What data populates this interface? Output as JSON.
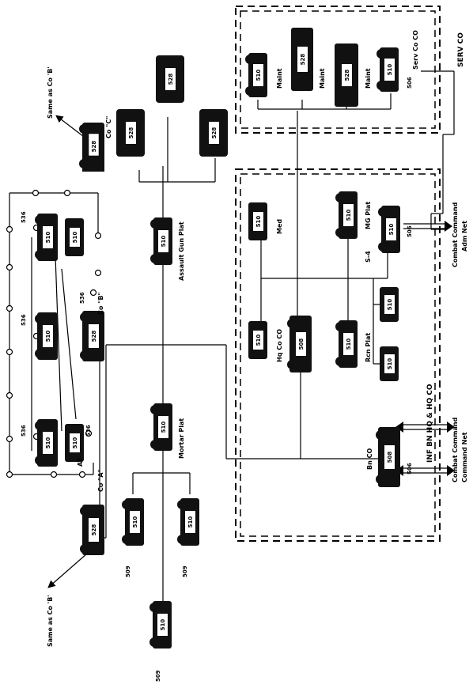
{
  "labels": {
    "same_as_cob_top": "Same as Co 'B'",
    "same_as_cob_bottom": "Same as Co 'B'",
    "co_c": "Co \"C\"",
    "co_b": "Co \"B\"",
    "co_a": "Co \"A\"",
    "at": "AT",
    "assault_gun_plat": "Assault Gun Plat",
    "mortar_plat": "Mortar Plat",
    "serv_co": "SERV CO",
    "serv_co_co": "Serv Co CO",
    "maint1": "Maint",
    "maint2": "Maint",
    "maint3": "Maint",
    "med": "Med",
    "mg_plat": "MG Plat",
    "s4": "S-4",
    "hq_co_co": "Hq Co CO",
    "rcn_plat": "Rcn Plat",
    "bn_co": "Bn CO",
    "inf_bn": "INF BN HQ & HQ CO",
    "cc_adm_net_1": "Combat Command",
    "cc_adm_net_2": "Adm Net",
    "cc_cmd_net_1": "Combat Command",
    "cc_cmd_net_2": "Command Net"
  },
  "radio_numbers": {
    "r528": "528",
    "r510": "510",
    "r508": "508",
    "r536": "536",
    "r509": "509",
    "r506": "506"
  }
}
